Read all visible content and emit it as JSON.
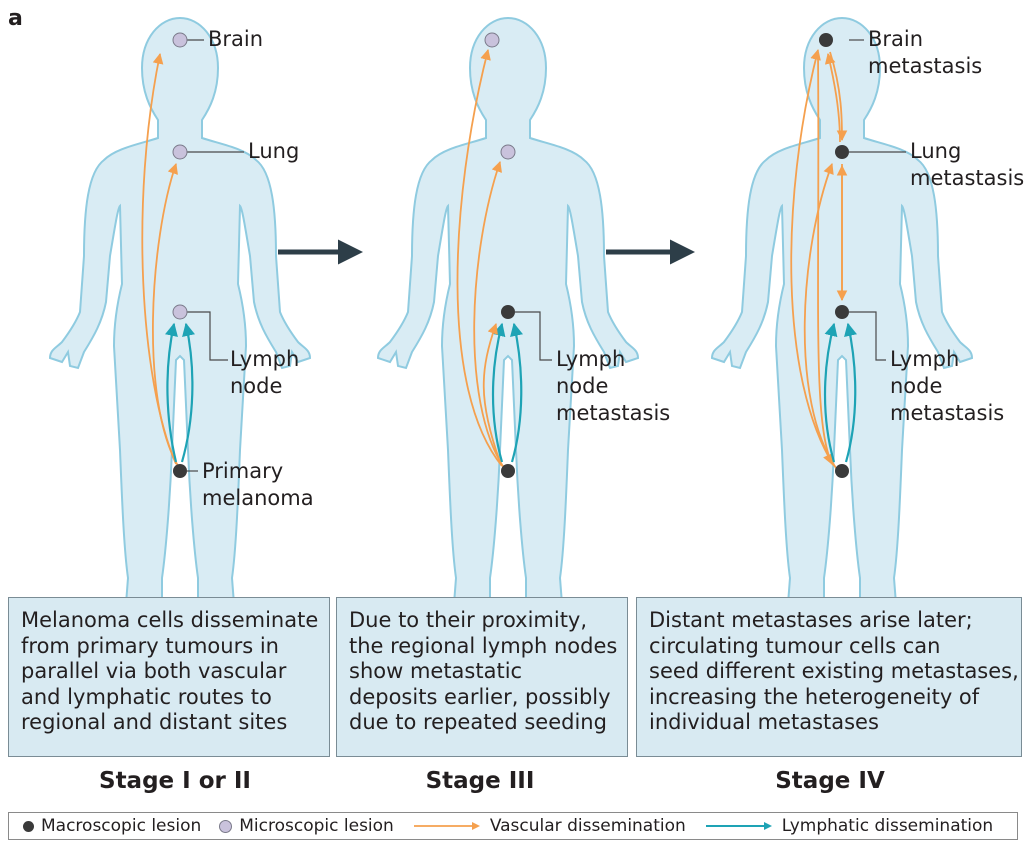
{
  "panel_letter": "a",
  "colors": {
    "body_fill": "#d9ecf4",
    "body_stroke": "#8fcbe0",
    "macroscopic": "#3a3a3a",
    "microscopic": "#c9c2dc",
    "vascular": "#f5a04e",
    "lymphatic": "#1ea3b5",
    "stage_arrow": "#2d3e48",
    "desc_fill": "#d8eaf2"
  },
  "figures": [
    {
      "labels": {
        "brain": "Brain",
        "lung": "Lung",
        "lymph": "Lymph\nnode",
        "primary": "Primary\nmelanoma"
      },
      "description": "Melanoma cells disseminate\nfrom primary tumours in\nparallel via both vascular\nand lymphatic routes to\nregional and distant sites",
      "stage": "Stage I or II"
    },
    {
      "labels": {
        "lymph": "Lymph\nnode\nmetastasis"
      },
      "description": "Due to their proximity,\nthe regional lymph nodes\nshow metastatic\ndeposits earlier, possibly\ndue to repeated seeding",
      "stage": "Stage III"
    },
    {
      "labels": {
        "brain": "Brain\nmetastasis",
        "lung": "Lung\nmetastasis",
        "lymph": "Lymph\nnode\nmetastasis"
      },
      "description": "Distant metastases arise later;\ncirculating tumour cells can\nseed different existing metastases,\nincreasing the heterogeneity of\nindividual metastases",
      "stage": "Stage IV"
    }
  ],
  "legend": {
    "macroscopic": "Macroscopic lesion",
    "microscopic": "Microscopic lesion",
    "vascular": "Vascular dissemination",
    "lymphatic": "Lymphatic dissemination"
  }
}
